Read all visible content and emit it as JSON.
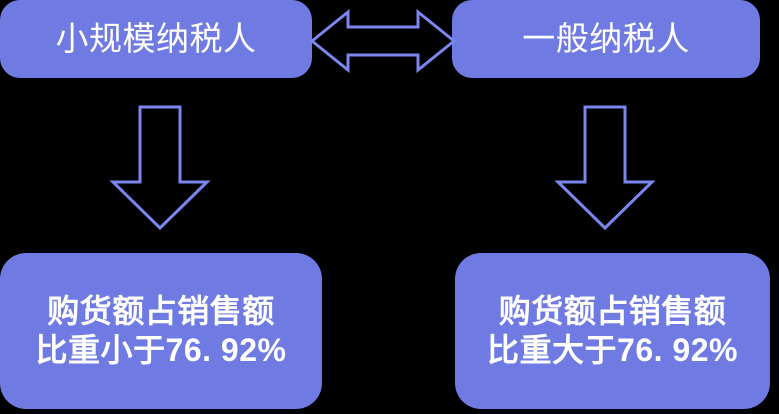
{
  "diagram": {
    "title_present": false,
    "background_color": "#000000",
    "node_fill_color": "#6f7be3",
    "node_text_color": "#ffffff",
    "arrow_stroke_color": "#7b86ee",
    "nodes": [
      {
        "id": "small-taxpayer",
        "label": "小规模纳税人",
        "position": "top-left"
      },
      {
        "id": "general-taxpayer",
        "label": "一般纳税人",
        "position": "top-right"
      },
      {
        "id": "rule-small",
        "label": "购货额占销售额\n比重小于76. 92%",
        "position": "bottom-left"
      },
      {
        "id": "rule-general",
        "label": "购货额占销售额\n比重大于76. 92%",
        "position": "bottom-right"
      }
    ],
    "connectors": [
      {
        "id": "bidirectional-top",
        "icon": "double-headed-horizontal-arrow-icon",
        "from": "small-taxpayer",
        "to": "general-taxpayer"
      },
      {
        "id": "down-left",
        "icon": "down-arrow-icon",
        "from": "small-taxpayer",
        "to": "rule-small"
      },
      {
        "id": "down-right",
        "icon": "down-arrow-icon",
        "from": "general-taxpayer",
        "to": "rule-general"
      }
    ],
    "threshold_value": "76. 92%"
  }
}
